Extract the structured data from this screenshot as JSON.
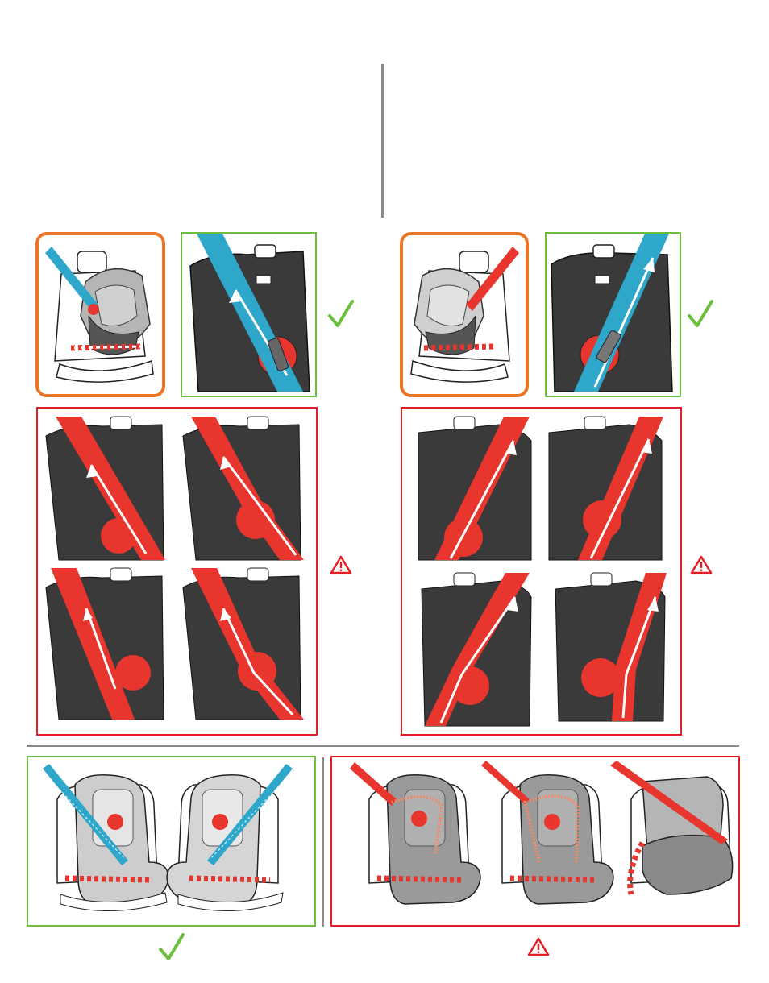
{
  "colors": {
    "orange": "#ec7425",
    "green": "#6cbf3a",
    "red": "#e31e24",
    "belt_blue": "#2ea7cb",
    "belt_red": "#e8352d",
    "shell_dark": "#3a3a3a",
    "divider_gray": "#8a8a8a"
  },
  "icons": {
    "correct": "check-icon",
    "incorrect": "warning-triangle-icon"
  },
  "sections": {
    "top_left": {
      "overview": "car-seat-rear-facing",
      "correct": "blue-belt-correct",
      "incorrect_count": 4
    },
    "top_right": {
      "overview": "car-seat-rear-facing-mirrored",
      "correct": "blue-belt-correct",
      "incorrect_count": 4
    },
    "bottom_left": {
      "correct_count": 2
    },
    "bottom_right": {
      "incorrect_count": 3
    }
  }
}
